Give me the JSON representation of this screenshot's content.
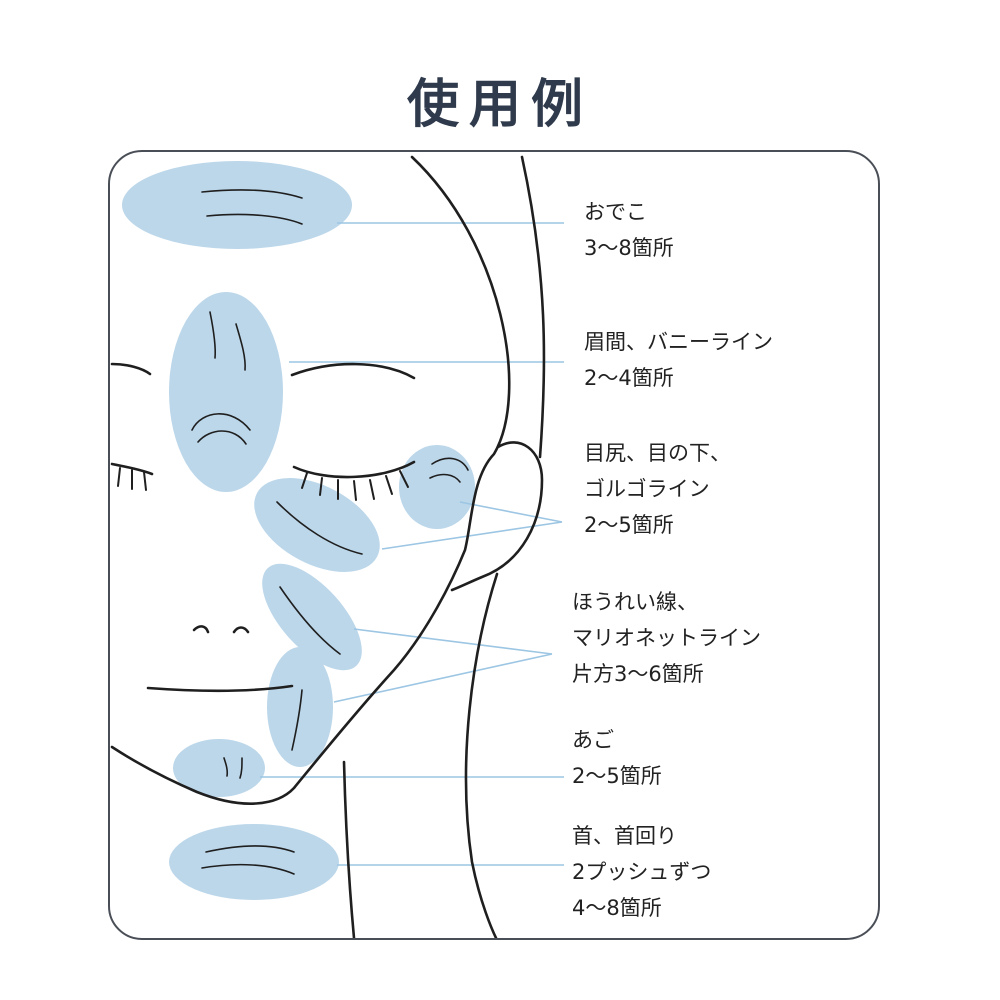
{
  "title": "使用例",
  "colors": {
    "highlight": "#bcd7ea",
    "line": "#1f1f1f",
    "connector": "#9cc6e3",
    "title": "#2f3a4c"
  },
  "zones": [
    {
      "name": "forehead",
      "lines": [
        "おでこ",
        "3〜8箇所"
      ]
    },
    {
      "name": "glabella",
      "lines": [
        "眉間、バニーライン",
        "2〜4箇所"
      ]
    },
    {
      "name": "eye",
      "lines": [
        "目尻、目の下、",
        "ゴルゴライン",
        "2〜5箇所"
      ]
    },
    {
      "name": "nasolabial",
      "lines": [
        "ほうれい線、",
        "マリオネットライン",
        "片方3〜6箇所"
      ]
    },
    {
      "name": "chin",
      "lines": [
        "あご",
        "2〜5箇所"
      ]
    },
    {
      "name": "neck",
      "lines": [
        "首、首回り",
        "2プッシュずつ",
        "4〜8箇所"
      ]
    }
  ]
}
